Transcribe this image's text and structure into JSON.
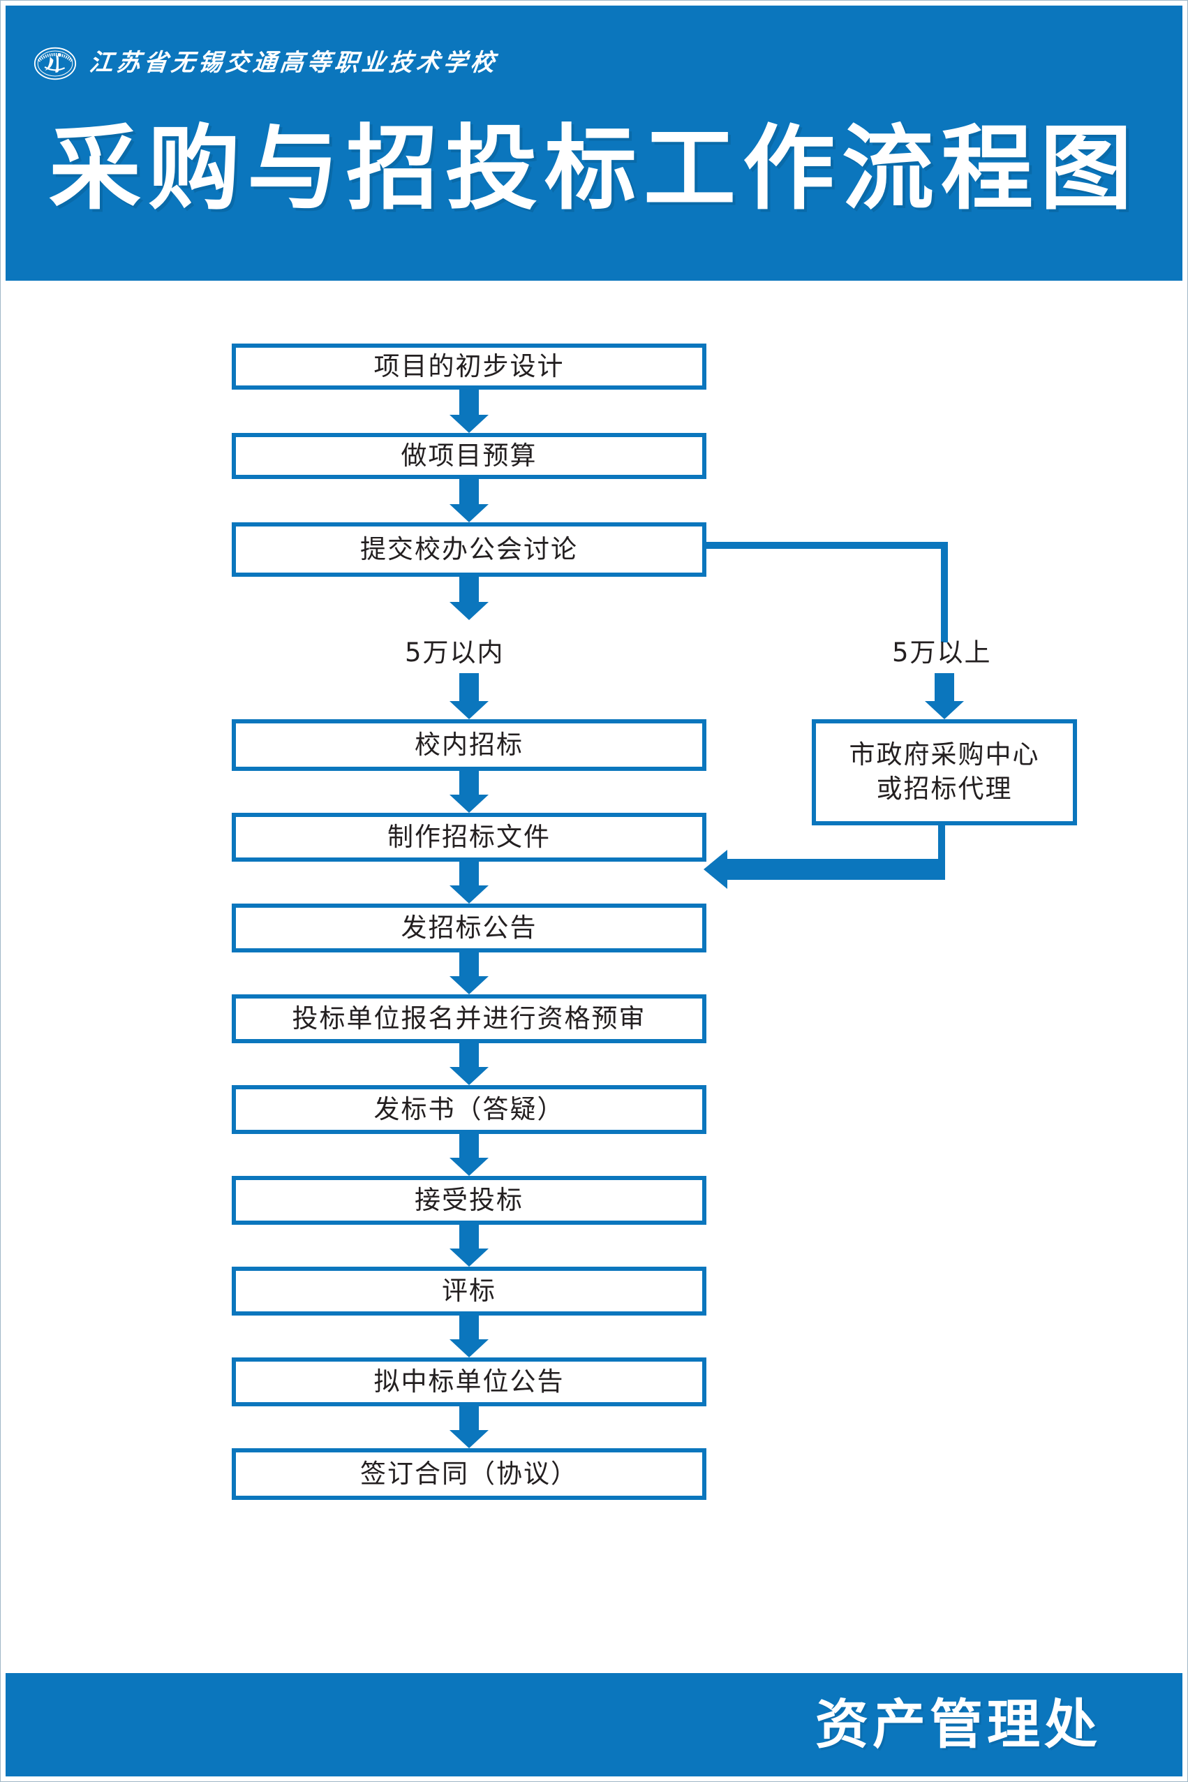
{
  "meta": {
    "accent_color": "#0b76bd",
    "text_color": "#231f20",
    "background_color": "#ffffff"
  },
  "header": {
    "logo_alt": "school-emblem",
    "school_name": "江苏省无锡交通高等职业技术学校",
    "title": "采购与招投标工作流程图"
  },
  "flow": {
    "steps": [
      {
        "id": "step-1",
        "label": "项目的初步设计"
      },
      {
        "id": "step-2",
        "label": "做项目预算"
      },
      {
        "id": "step-3",
        "label": "提交校办公会讨论"
      },
      {
        "id": "step-4",
        "label": "校内招标"
      },
      {
        "id": "step-5",
        "label": "制作招标文件"
      },
      {
        "id": "step-6",
        "label": "发招标公告"
      },
      {
        "id": "step-7",
        "label": "投标单位报名并进行资格预审"
      },
      {
        "id": "step-8",
        "label": "发标书（答疑）"
      },
      {
        "id": "step-9",
        "label": "接受投标"
      },
      {
        "id": "step-10",
        "label": "评标"
      },
      {
        "id": "step-11",
        "label": "拟中标单位公告"
      },
      {
        "id": "step-12",
        "label": "签订合同（协议）"
      }
    ],
    "branch": {
      "left_label": "5万以内",
      "right_label": "5万以上",
      "right_box_line1": "市政府采购中心",
      "right_box_line2": "或招标代理"
    }
  },
  "footer": {
    "department": "资产管理处"
  },
  "chart_data": {
    "type": "flowchart",
    "title": "采购与招投标工作流程图",
    "nodes": [
      "项目的初步设计",
      "做项目预算",
      "提交校办公会讨论",
      "校内招标",
      "市政府采购中心或招标代理",
      "制作招标文件",
      "发招标公告",
      "投标单位报名并进行资格预审",
      "发标书（答疑）",
      "接受投标",
      "评标",
      "拟中标单位公告",
      "签订合同（协议）"
    ],
    "edges": [
      {
        "from": "项目的初步设计",
        "to": "做项目预算",
        "label": ""
      },
      {
        "from": "做项目预算",
        "to": "提交校办公会讨论",
        "label": ""
      },
      {
        "from": "提交校办公会讨论",
        "to": "校内招标",
        "label": "5万以内"
      },
      {
        "from": "提交校办公会讨论",
        "to": "市政府采购中心或招标代理",
        "label": "5万以上"
      },
      {
        "from": "校内招标",
        "to": "制作招标文件",
        "label": ""
      },
      {
        "from": "市政府采购中心或招标代理",
        "to": "制作招标文件",
        "label": ""
      },
      {
        "from": "制作招标文件",
        "to": "发招标公告",
        "label": ""
      },
      {
        "from": "发招标公告",
        "to": "投标单位报名并进行资格预审",
        "label": ""
      },
      {
        "from": "投标单位报名并进行资格预审",
        "to": "发标书（答疑）",
        "label": ""
      },
      {
        "from": "发标书（答疑）",
        "to": "接受投标",
        "label": ""
      },
      {
        "from": "接受投标",
        "to": "评标",
        "label": ""
      },
      {
        "from": "评标",
        "to": "拟中标单位公告",
        "label": ""
      },
      {
        "from": "拟中标单位公告",
        "to": "签订合同（协议）",
        "label": ""
      }
    ]
  }
}
